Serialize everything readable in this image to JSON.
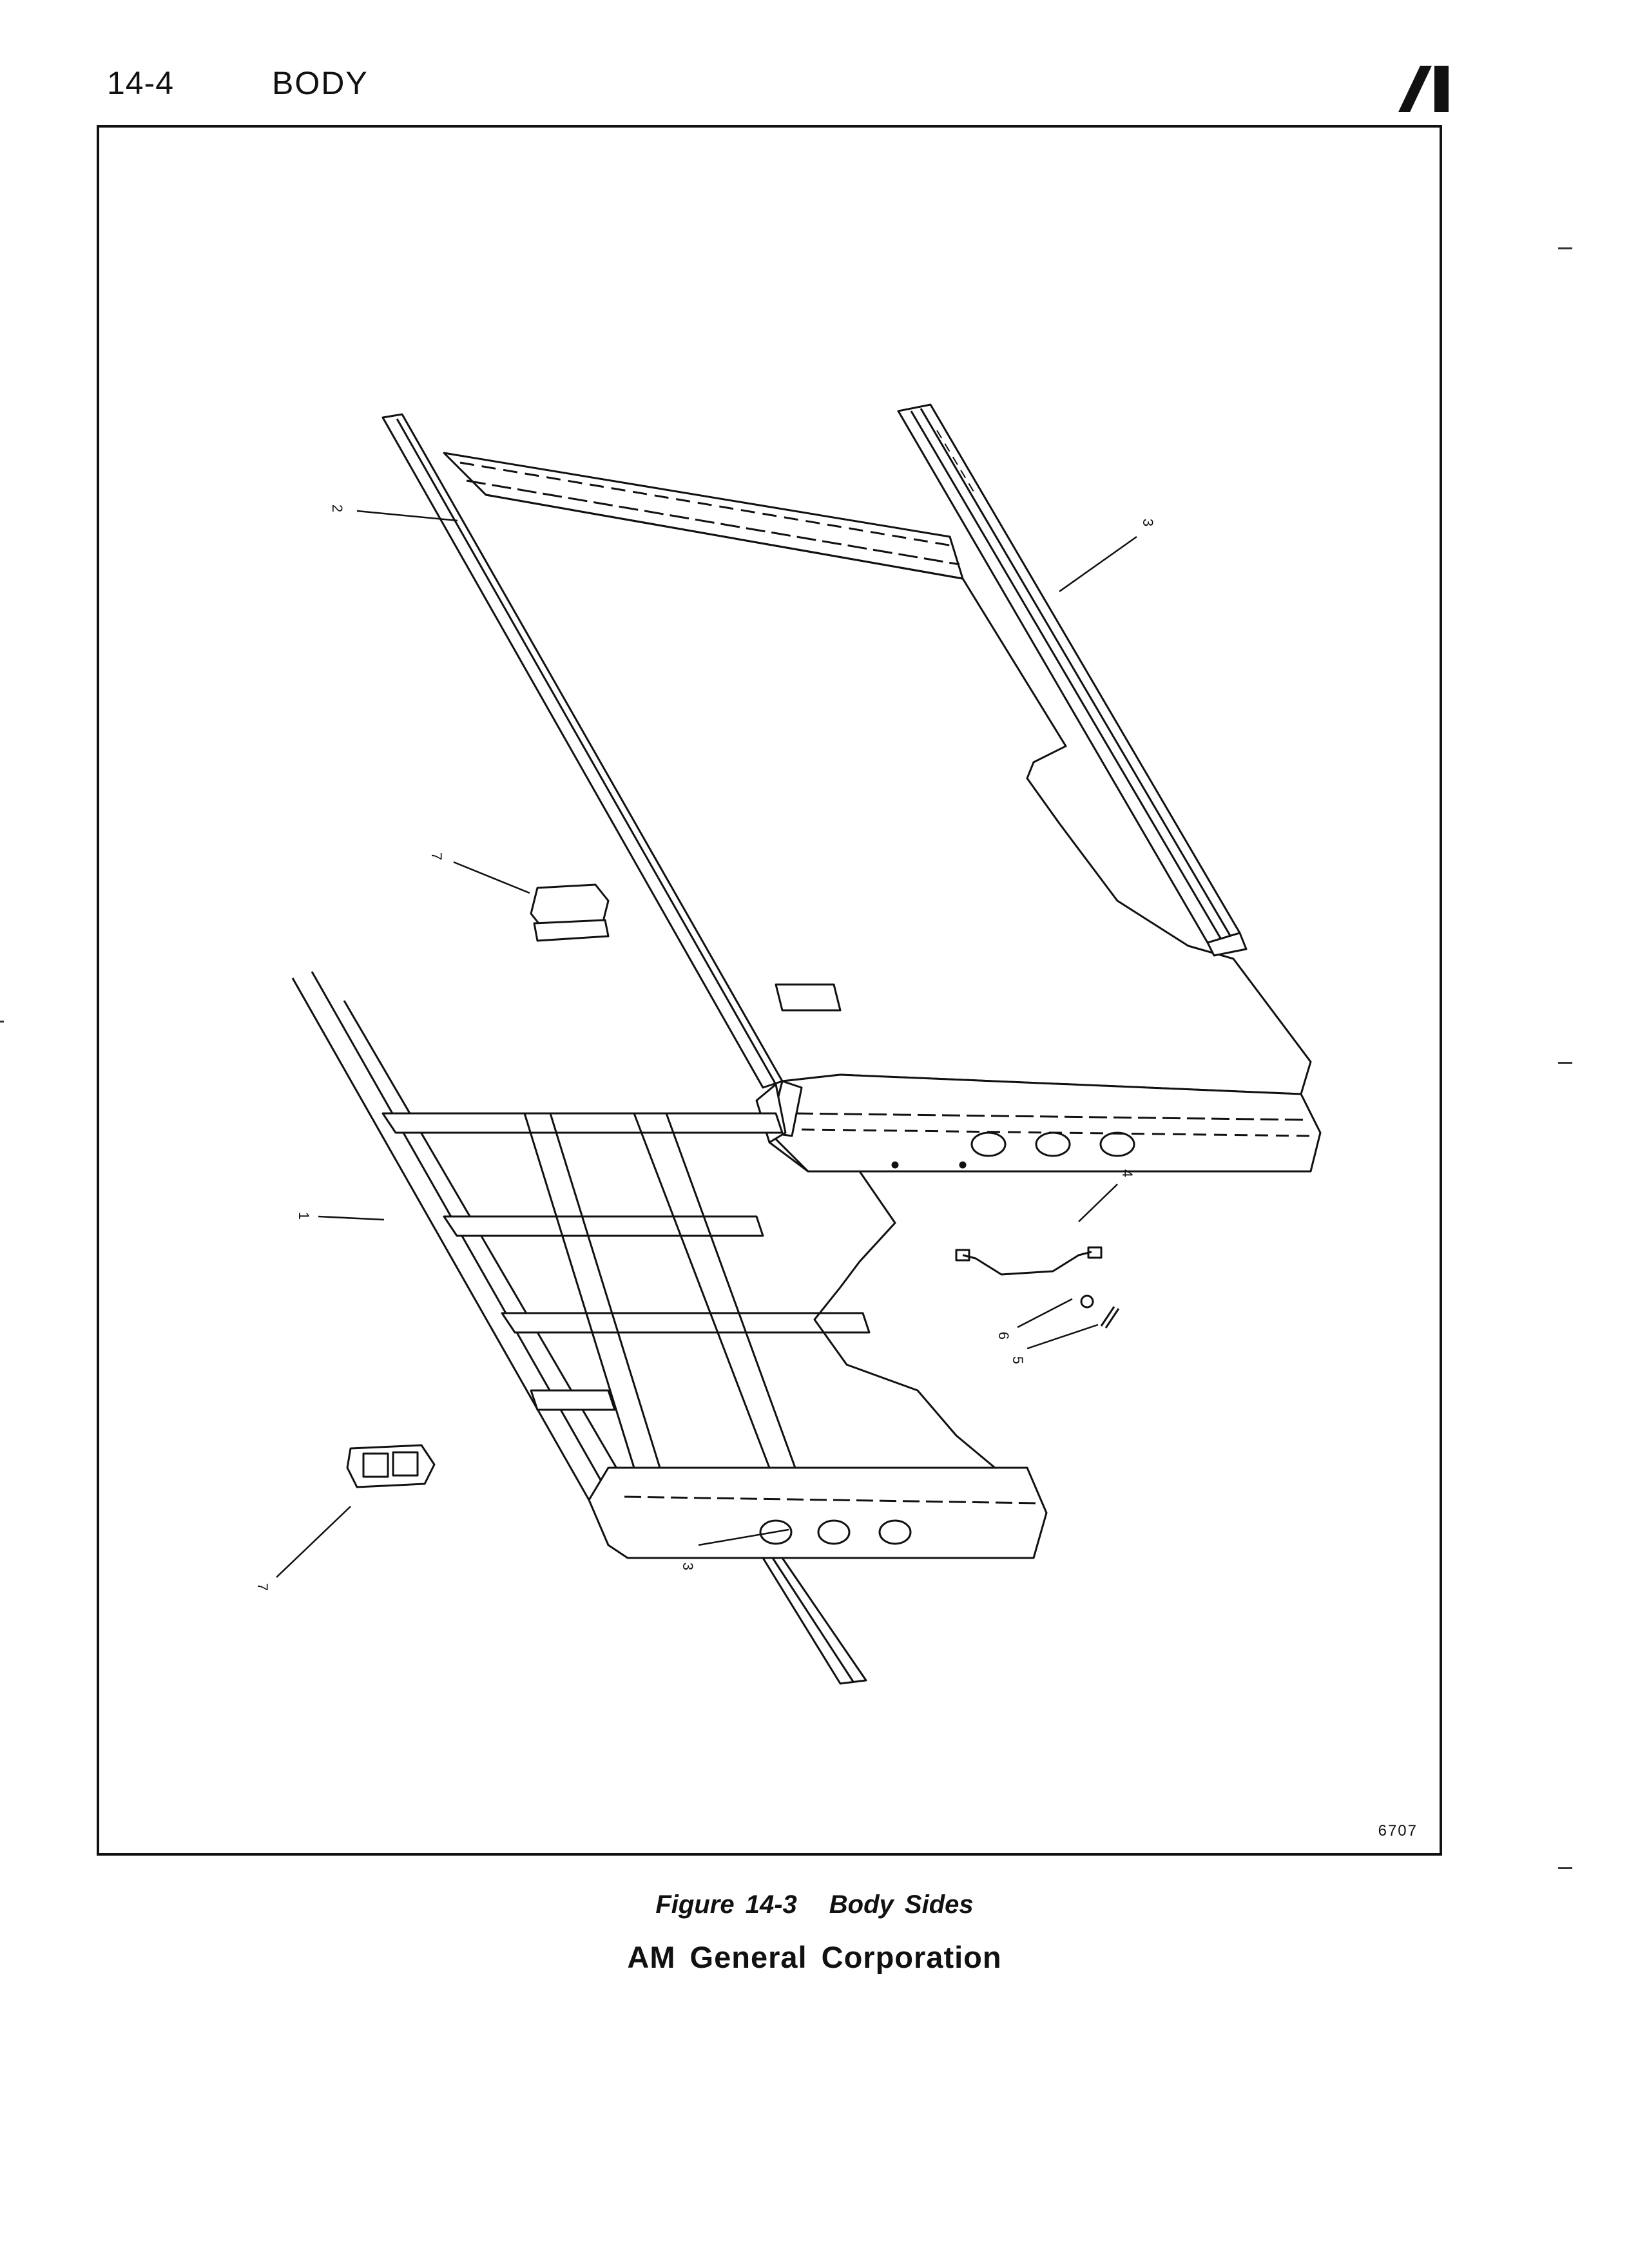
{
  "header": {
    "page_number": "14-4",
    "section_title": "BODY",
    "logo_icon": "am-general-logo-icon"
  },
  "figure": {
    "id_number": "6707",
    "callouts": {
      "c1": "1",
      "c2": "2",
      "c3_top": "3",
      "c3_bottom": "3",
      "c4": "4",
      "c5": "5",
      "c6": "6",
      "c7_upper": "7",
      "c7_lower": "7"
    }
  },
  "caption": {
    "figure_label": "Figure 14-3",
    "figure_title": "Body Sides"
  },
  "footer": {
    "company": "AM General Corporation"
  }
}
